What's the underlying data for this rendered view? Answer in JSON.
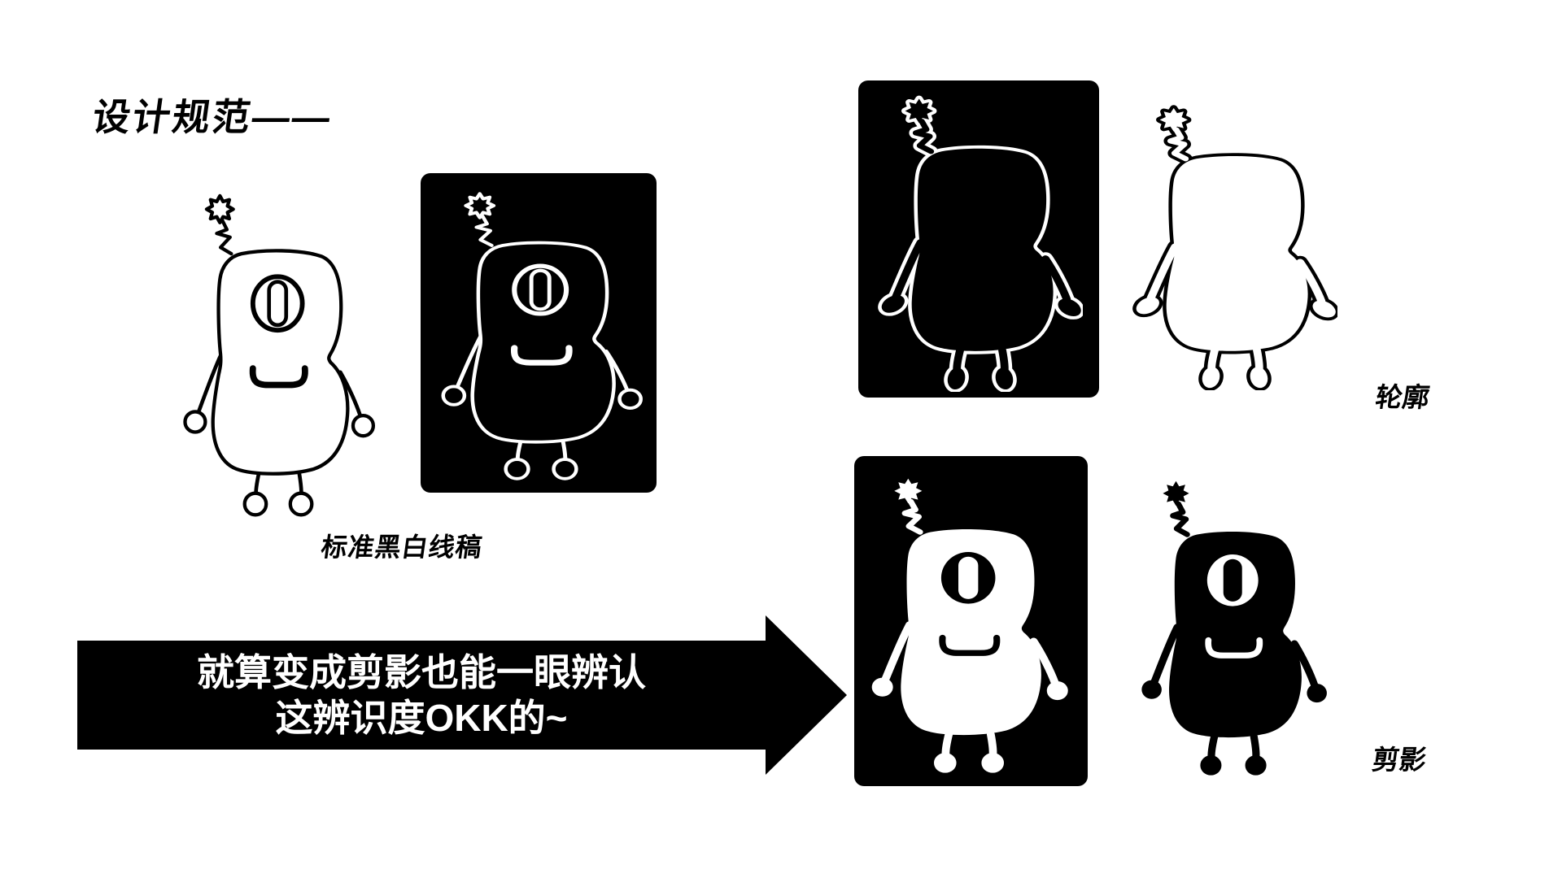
{
  "colors": {
    "background": "#ffffff",
    "ink": "#000000",
    "panel": "#000000",
    "text_on_dark": "#ffffff"
  },
  "title": {
    "text": "设计规范——"
  },
  "lineart_section": {
    "caption": "标准黑白线稿"
  },
  "outline_section": {
    "label": "轮廓"
  },
  "silhouette_section": {
    "label": "剪影"
  },
  "arrow_banner": {
    "line1": "就算变成剪影也能一眼辨认",
    "line2": "这辨识度OKK的~"
  },
  "mascot": {
    "icon": "letter-b-robot-mascot",
    "variants": [
      "lineart-on-white",
      "lineart-inverted-on-black",
      "outline-on-black",
      "outline-on-white",
      "silhouette-white-on-black",
      "silhouette-black-on-white"
    ]
  }
}
